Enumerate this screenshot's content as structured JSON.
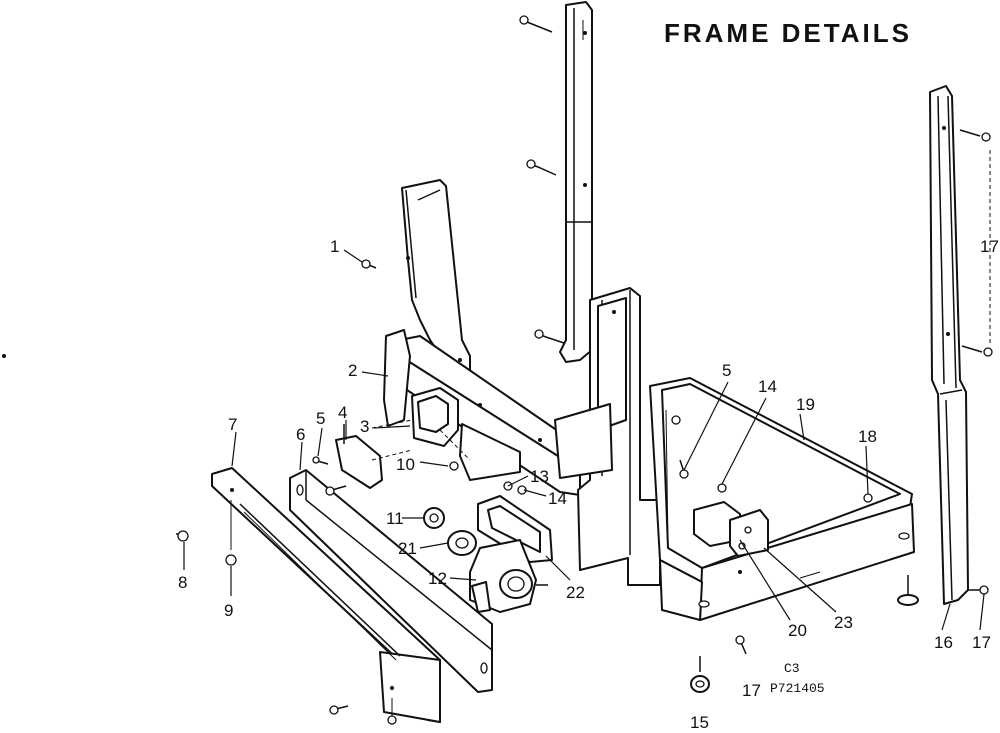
{
  "title": "FRAME DETAILS",
  "drawing_code": [
    "C3",
    "P721405"
  ],
  "callouts": [
    "1",
    "2",
    "3",
    "4",
    "5",
    "6",
    "7",
    "8",
    "9",
    "10",
    "11",
    "12",
    "13",
    "14",
    "15",
    "16",
    "17",
    "18",
    "19",
    "20",
    "21",
    "22",
    "23"
  ],
  "labels": [
    {
      "text": "1"
    },
    {
      "text": "2"
    },
    {
      "text": "3"
    },
    {
      "text": "4"
    },
    {
      "text": "5"
    },
    {
      "text": "6"
    },
    {
      "text": "7"
    },
    {
      "text": "8"
    },
    {
      "text": "9"
    },
    {
      "text": "10"
    },
    {
      "text": "11"
    },
    {
      "text": "21"
    },
    {
      "text": "12"
    },
    {
      "text": "13"
    },
    {
      "text": "14"
    },
    {
      "text": "22"
    },
    {
      "text": "5"
    },
    {
      "text": "14"
    },
    {
      "text": "19"
    },
    {
      "text": "18"
    },
    {
      "text": "20"
    },
    {
      "text": "23"
    },
    {
      "text": "15"
    },
    {
      "text": "17"
    },
    {
      "text": "17"
    },
    {
      "text": "16"
    },
    {
      "text": "17"
    }
  ]
}
